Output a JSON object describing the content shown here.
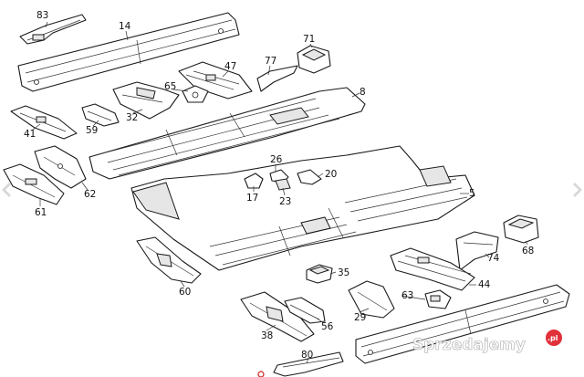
{
  "diagram": {
    "part_labels": [
      "83",
      "14",
      "71",
      "47",
      "77",
      "8",
      "65",
      "32",
      "41",
      "59",
      "26",
      "20",
      "17",
      "23",
      "62",
      "61",
      "5",
      "68",
      "74",
      "35",
      "44",
      "60",
      "63",
      "29",
      "38",
      "56",
      "80"
    ]
  },
  "nav": {
    "prev_icon": "chevron-left-icon",
    "next_icon": "chevron-right-icon"
  },
  "watermark": {
    "brand": "Sprzedajemy",
    "suffix": ".pl",
    "accent_color": "#e0303a"
  }
}
